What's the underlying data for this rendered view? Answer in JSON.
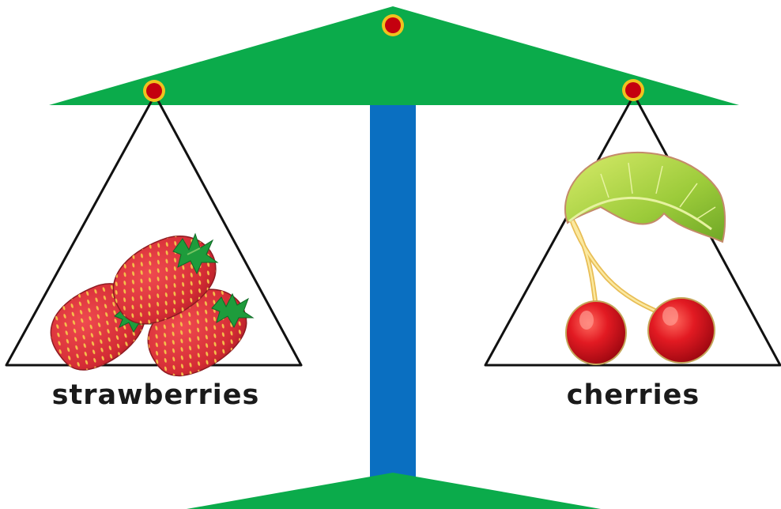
{
  "scale": {
    "left_pan": {
      "label": "strawberries",
      "item_icon": "strawberry-icon",
      "item_count": 3
    },
    "right_pan": {
      "label": "cherries",
      "item_icon": "cherry-icon",
      "item_count": 2
    },
    "colors": {
      "beam": "#0bab4b",
      "post": "#0a6fc1",
      "pivot_fill": "#c4000f",
      "pivot_ring": "#f0c21e",
      "pan_outline": "#111111",
      "strawberry": "#d6313b",
      "strawberry_seed": "#f4c04a",
      "strawberry_leaf": "#1e9c3c",
      "cherry": "#d8121c",
      "cherry_leaf": "#a9cf3a",
      "cherry_stem": "#f2d06a"
    }
  }
}
